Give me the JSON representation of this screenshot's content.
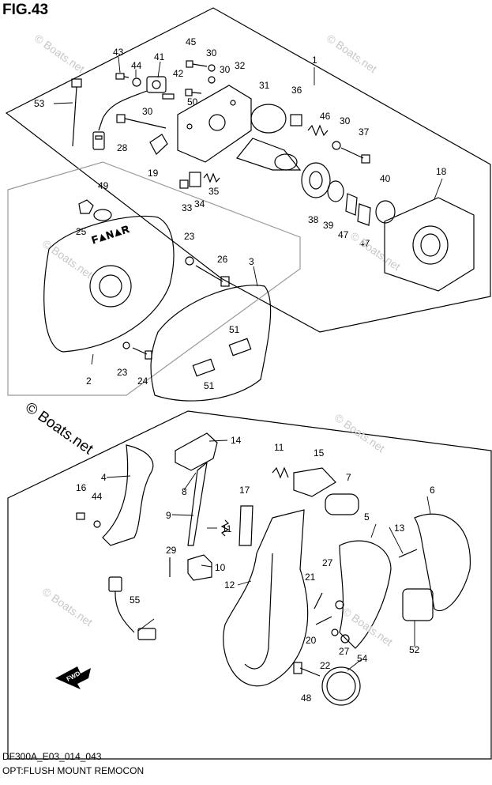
{
  "figure": {
    "title": "FIG.43",
    "code": "DF300A_E03_014_043",
    "caption": "OPT:FLUSH MOUNT REMOCON",
    "watermark": "© Boats.net",
    "fwd_label": "FWD"
  },
  "part_labels": {
    "p1": "1",
    "p2": "2",
    "p3": "3",
    "p4": "4",
    "p5": "5",
    "p6": "6",
    "p7": "7",
    "p8": "8",
    "p9": "9",
    "p10": "10",
    "p11": "11",
    "p11b": "11",
    "p12": "12",
    "p13": "13",
    "p14": "14",
    "p15": "15",
    "p16": "16",
    "p17": "17",
    "p18": "18",
    "p19": "19",
    "p20": "20",
    "p21": "21",
    "p22": "22",
    "p23a": "23",
    "p23b": "23",
    "p24": "24",
    "p25": "25",
    "p26": "26",
    "p27a": "27",
    "p27b": "27",
    "p28": "28",
    "p29": "29",
    "p30a": "30",
    "p30b": "30",
    "p30c": "30",
    "p30d": "30",
    "p31": "31",
    "p32": "32",
    "p33": "33",
    "p34": "34",
    "p35": "35",
    "p36": "36",
    "p37": "37",
    "p38": "38",
    "p39": "39",
    "p40": "40",
    "p41": "41",
    "p42": "42",
    "p43": "43",
    "p44a": "44",
    "p44b": "44",
    "p45": "45",
    "p46": "46",
    "p47a": "47",
    "p47b": "47",
    "p48": "48",
    "p49": "49",
    "p50": "50",
    "p51a": "51",
    "p51b": "51",
    "p52": "52",
    "p53": "53",
    "p54": "54",
    "p55": "55"
  }
}
